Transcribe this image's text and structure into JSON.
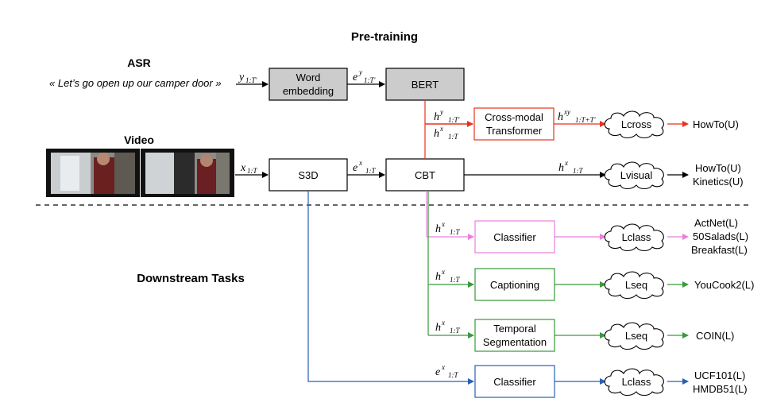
{
  "headings": {
    "pretraining": "Pre-training",
    "asr": "ASR",
    "video": "Video",
    "downstream": "Downstream Tasks"
  },
  "asr_text": "« Let’s go open up our camper door »",
  "boxes": {
    "word_embedding": [
      "Word",
      "embedding"
    ],
    "bert": "BERT",
    "cross_modal": [
      "Cross-modal",
      "Transformer"
    ],
    "s3d": "S3D",
    "cbt": "CBT",
    "classifier": "Classifier",
    "captioning": "Captioning",
    "temporal_seg": [
      "Temporal",
      "Segmentation"
    ]
  },
  "losses": {
    "cross": "Lcross",
    "visual": "Lvisual",
    "class": "Lclass",
    "seq": "Lseq"
  },
  "symbols": {
    "y_base": "y",
    "y_sub": "1:T′",
    "ey_base": "e",
    "ey_sup": "y",
    "ey_sub": "1:T′",
    "hy_base": "h",
    "hy_sup": "y",
    "hy_sub": "1:T′",
    "hx_base": "h",
    "hx_sup": "x",
    "hx_sub": "1:T",
    "hxy_base": "h",
    "hxy_sup": "xy",
    "hxy_sub": "1:T+T′",
    "x_base": "x",
    "x_sub": "1:T",
    "ex_base": "e",
    "ex_sup": "x",
    "ex_sub": "1:T"
  },
  "outputs": {
    "cross": [
      "HowTo(U)"
    ],
    "visual": [
      "HowTo(U)",
      "Kinetics(U)"
    ],
    "classifier_pink": [
      "ActNet(L)",
      "50Salads(L)",
      "Breakfast(L)"
    ],
    "captioning": [
      "YouCook2(L)"
    ],
    "temporal": [
      "COIN(L)"
    ],
    "classifier_blue": [
      "UCF101(L)",
      "HMDB51(L)"
    ]
  },
  "colors": {
    "red": "#e8321e",
    "pink": "#e97fdb",
    "green": "#3a9a3a",
    "blue": "#2a5fb8",
    "black": "#000000",
    "gray_box": "#cccccc"
  }
}
